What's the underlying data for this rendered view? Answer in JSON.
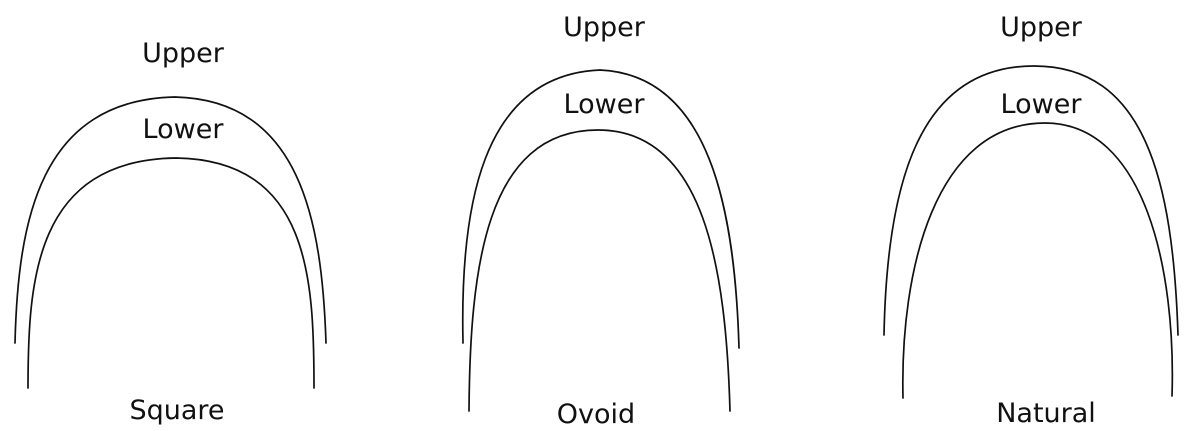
{
  "arch_forms": [
    {
      "upper_label": "Upper",
      "lower_label": "Lower",
      "form_label": "Square"
    },
    {
      "upper_label": "Upper",
      "lower_label": "Lower",
      "form_label": "Ovoid"
    },
    {
      "upper_label": "Upper",
      "lower_label": "Lower",
      "form_label": "Natural"
    }
  ],
  "colors": {
    "stroke": "#111111",
    "background": "#ffffff"
  }
}
